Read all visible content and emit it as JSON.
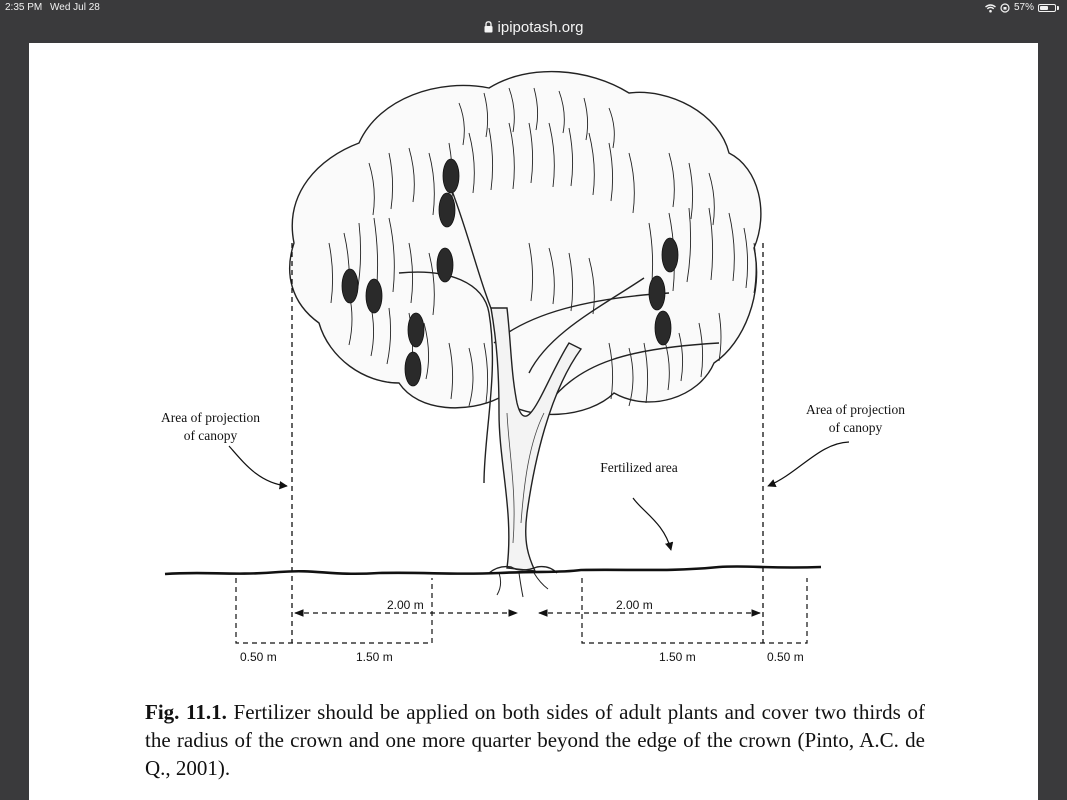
{
  "status": {
    "time": "2:35 PM",
    "date": "Wed Jul 28",
    "battery": "57%",
    "battery_level": 0.57
  },
  "browser": {
    "url": "ipipotash.org"
  },
  "figure": {
    "left_label": [
      "Area of projection",
      "of canopy"
    ],
    "right_label": [
      "Area of projection",
      "of canopy"
    ],
    "fertilized_label": "Fertilized area",
    "left_dim_top": "2.00 m",
    "right_dim_top": "2.00 m",
    "left_dim_outer": "0.50 m",
    "left_dim_inner": "1.50 m",
    "right_dim_inner": "1.50 m",
    "right_dim_outer": "0.50 m"
  },
  "caption": {
    "fig_label": "Fig. 11.1.",
    "text": " Fertilizer should be applied on both sides of adult plants and cover two thirds of the radius of the crown and one more quarter beyond the edge of the crown (Pinto, A.C. de Q., 2001)."
  }
}
